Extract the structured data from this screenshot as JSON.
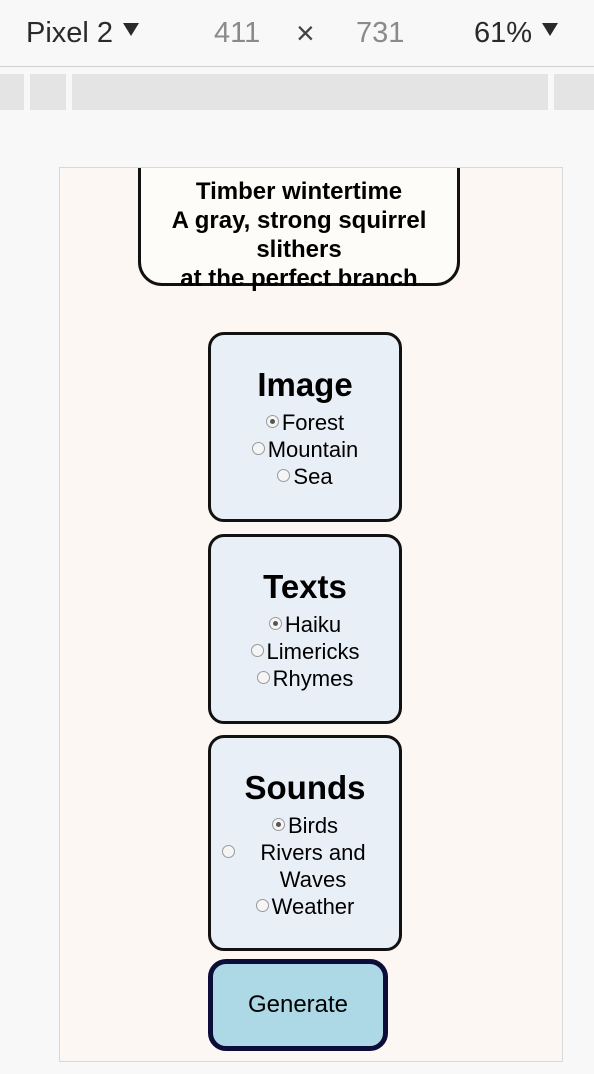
{
  "toolbar": {
    "device": "Pixel 2",
    "width": "411",
    "times": "×",
    "height": "731",
    "zoom": "61%"
  },
  "poem": {
    "lines": [
      "Timber wintertime",
      "A gray, strong squirrel",
      "slithers",
      "at the perfect branch"
    ]
  },
  "sections": {
    "image": {
      "title": "Image",
      "options": [
        "Forest",
        "Mountain",
        "Sea"
      ],
      "selected": "Forest"
    },
    "texts": {
      "title": "Texts",
      "options": [
        "Haiku",
        "Limericks",
        "Rhymes"
      ],
      "selected": "Haiku"
    },
    "sounds": {
      "title": "Sounds",
      "options": [
        "Birds",
        "Rivers and Waves",
        "Weather"
      ],
      "selected": "Birds"
    }
  },
  "generate_label": "Generate",
  "colors": {
    "page_background": "#fcf7f2",
    "card_background": "#e9eff6",
    "button_background": "#add8e6",
    "button_border": "#0d0d3a"
  }
}
